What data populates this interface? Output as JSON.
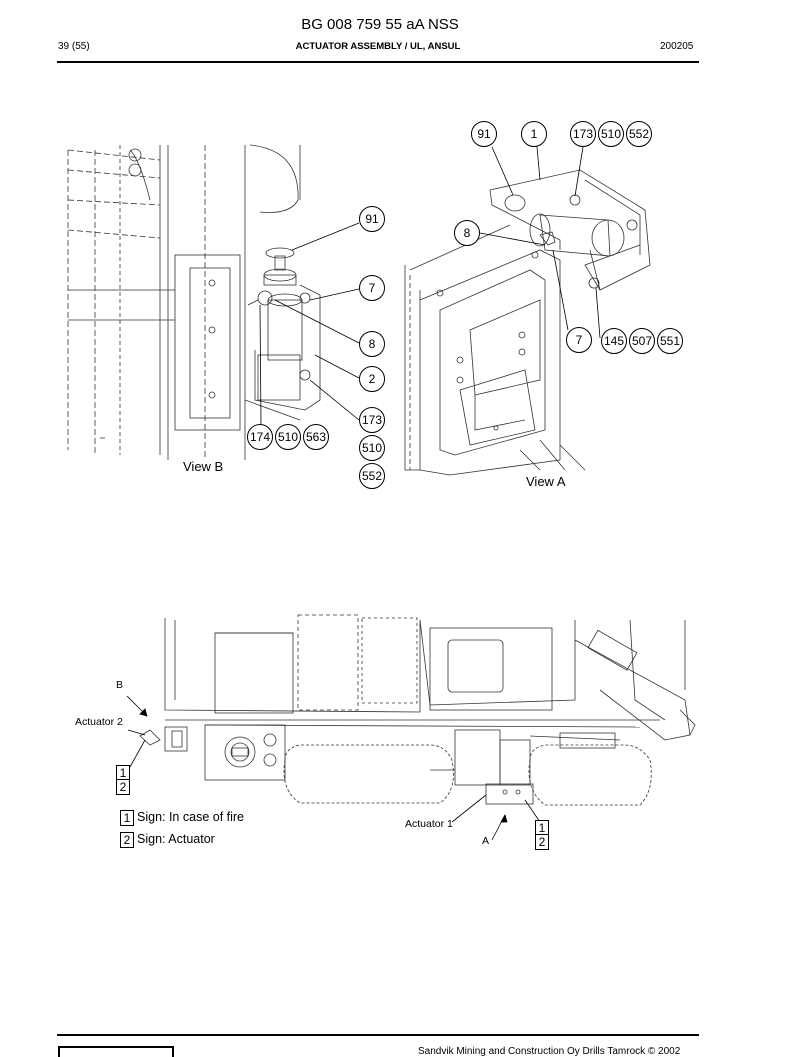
{
  "header": {
    "doc_title": "BG 008 759 55 aA NSS",
    "page": "39 (55)",
    "section": "ACTUATOR ASSEMBLY / UL, ANSUL",
    "date": "200205"
  },
  "view_b": {
    "label": "View B",
    "callouts": [
      "91",
      "7",
      "8",
      "2",
      "173",
      "510",
      "552",
      "174",
      "510",
      "563"
    ]
  },
  "view_a": {
    "label": "View A",
    "callouts": [
      "91",
      "1",
      "173",
      "510",
      "552",
      "8",
      "7",
      "145",
      "507",
      "551"
    ]
  },
  "overview": {
    "pointer_b": "B",
    "pointer_a": "A",
    "actuator_2": "Actuator 2",
    "actuator_1": "Actuator 1",
    "sign_1": "1",
    "sign_2": "2"
  },
  "legend": [
    {
      "num": "1",
      "text": "Sign: In case of fire"
    },
    {
      "num": "2",
      "text": "Sign: Actuator"
    }
  ],
  "footer": {
    "copyright": "Sandvik Mining and Construction Oy Drills Tamrock © 2002"
  }
}
